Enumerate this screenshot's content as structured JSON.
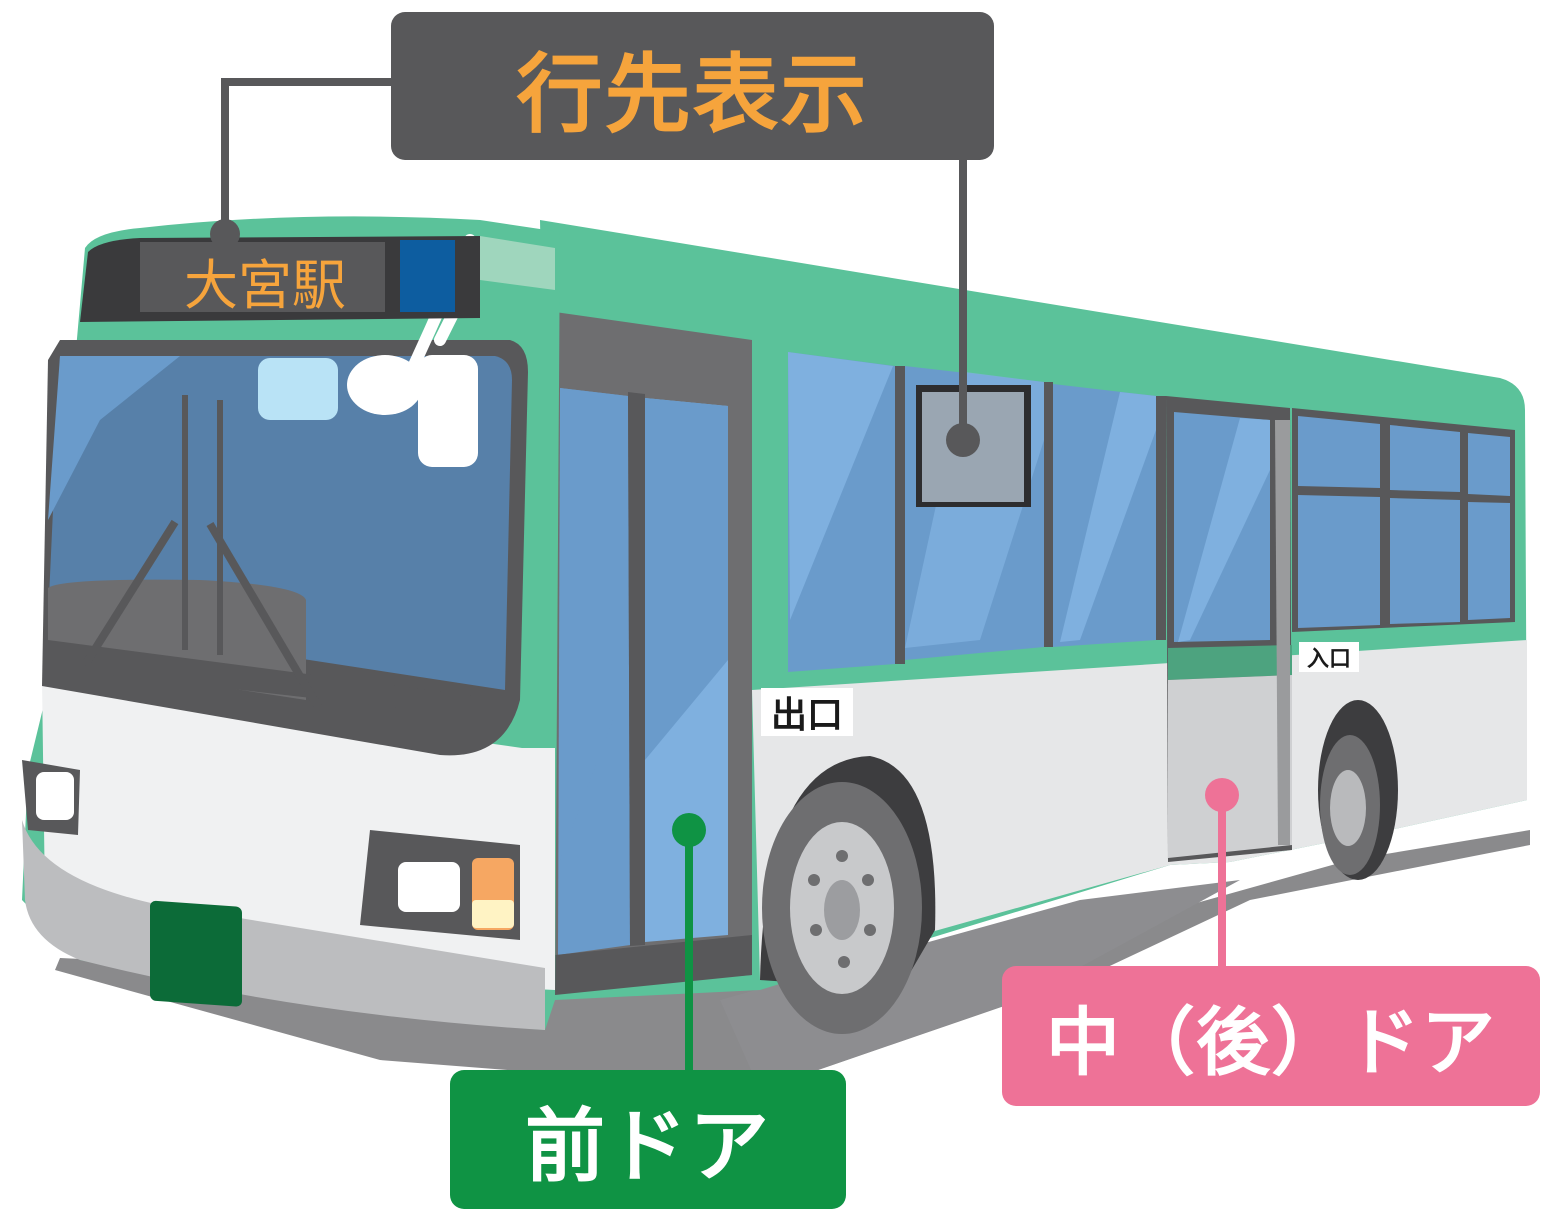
{
  "labels": {
    "destination_display": "行先表示",
    "front_door": "前ドア",
    "middle_rear_door": "中（後）ドア"
  },
  "bus": {
    "destination_sign_text": "大宮駅",
    "exit_plate": "出口",
    "entry_plate": "入口"
  },
  "colors": {
    "bus_green": "#5bc29a",
    "window_blue": "#6a9bcb",
    "callout_dark": "#58585a",
    "callout_text_orange": "#f6a43c",
    "front_door_green": "#0f9344",
    "middle_door_pink": "#ee7297"
  }
}
